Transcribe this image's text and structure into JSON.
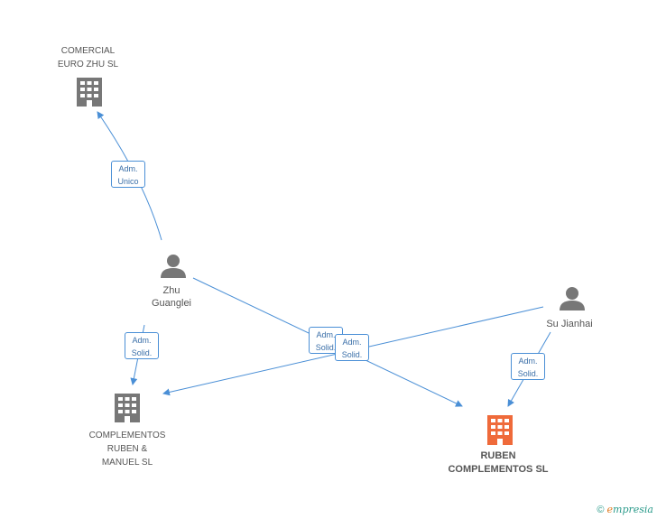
{
  "colors": {
    "edge": "#4a8fd6",
    "company": "#777777",
    "main_company": "#ef6a3a",
    "person": "#777777"
  },
  "nodes": {
    "comercial_euro_zhu": {
      "line1": "COMERCIAL",
      "line2": "EURO ZHU SL"
    },
    "zhu_guanglei": {
      "line1": "Zhu",
      "line2": "Guanglei"
    },
    "su_jianhai": {
      "line1": "Su Jianhai"
    },
    "complementos_ruben_manuel": {
      "line1": "COMPLEMENTOS",
      "line2": "RUBEN &",
      "line3": "MANUEL SL"
    },
    "ruben_complementos": {
      "line1": "RUBEN",
      "line2": "COMPLEMENTOS SL"
    }
  },
  "edges": {
    "e1": {
      "line1": "Adm.",
      "line2": "Unico"
    },
    "e2": {
      "line1": "Adm.",
      "line2": "Solid."
    },
    "e3": {
      "line1": "Adm.",
      "line2": "Solid."
    },
    "e4": {
      "line1": "Adm.",
      "line2": "Solid."
    },
    "e5": {
      "line1": "Adm.",
      "line2": "Solid."
    }
  },
  "footer": {
    "copyright": "©",
    "brand_e": "e",
    "brand_rest": "mpresia"
  }
}
